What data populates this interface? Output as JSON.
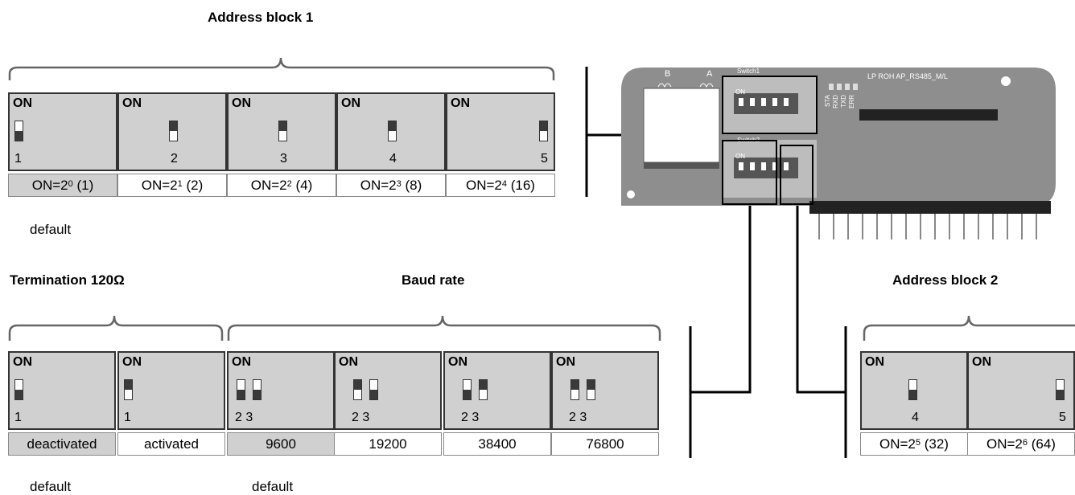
{
  "titles": {
    "address_block_1": "Address block 1",
    "termination": "Termination 120Ω",
    "baud_rate": "Baud rate",
    "address_block_2": "Address block 2"
  },
  "default_text": "default",
  "on_text": "ON",
  "address_block_1": [
    {
      "num": "1",
      "state": "off",
      "label_pre": "ON=2",
      "label_sup": "0",
      "label_post": " (1)"
    },
    {
      "num": "2",
      "state": "on",
      "label_pre": "ON=2",
      "label_sup": "1",
      "label_post": " (2)"
    },
    {
      "num": "3",
      "state": "on",
      "label_pre": "ON=2",
      "label_sup": "2",
      "label_post": " (4)"
    },
    {
      "num": "4",
      "state": "on",
      "label_pre": "ON=2",
      "label_sup": "3",
      "label_post": " (8)"
    },
    {
      "num": "5",
      "state": "on",
      "label_pre": "ON=2",
      "label_sup": "4",
      "label_post": " (16)"
    }
  ],
  "termination": [
    {
      "num": "1",
      "state": "off",
      "label": "deactivated"
    },
    {
      "num": "1",
      "state": "on",
      "label": "activated"
    }
  ],
  "baud_rate": [
    {
      "nums": "2 3",
      "states": [
        "off",
        "off"
      ],
      "label": "9600"
    },
    {
      "nums": "2 3",
      "states": [
        "on",
        "off"
      ],
      "label": "19200"
    },
    {
      "nums": "2 3",
      "states": [
        "off",
        "on"
      ],
      "label": "38400"
    },
    {
      "nums": "2 3",
      "states": [
        "on",
        "on"
      ],
      "label": "76800"
    }
  ],
  "address_block_2": [
    {
      "num": "4",
      "state": "off",
      "label_pre": "ON=2",
      "label_sup": "5",
      "label_post": " (32)"
    },
    {
      "num": "5",
      "state": "off",
      "label_pre": "ON=2",
      "label_sup": "6",
      "label_post": " (64)"
    }
  ],
  "board": {
    "name": "LP ROH AP_RS485_M/L",
    "switch1": "Switch1",
    "switch2": "Switch2",
    "terminal_b": "B",
    "terminal_a": "A",
    "leds": [
      "STA",
      "RXD",
      "TXD",
      "ERR"
    ],
    "switch_on": "ON"
  }
}
